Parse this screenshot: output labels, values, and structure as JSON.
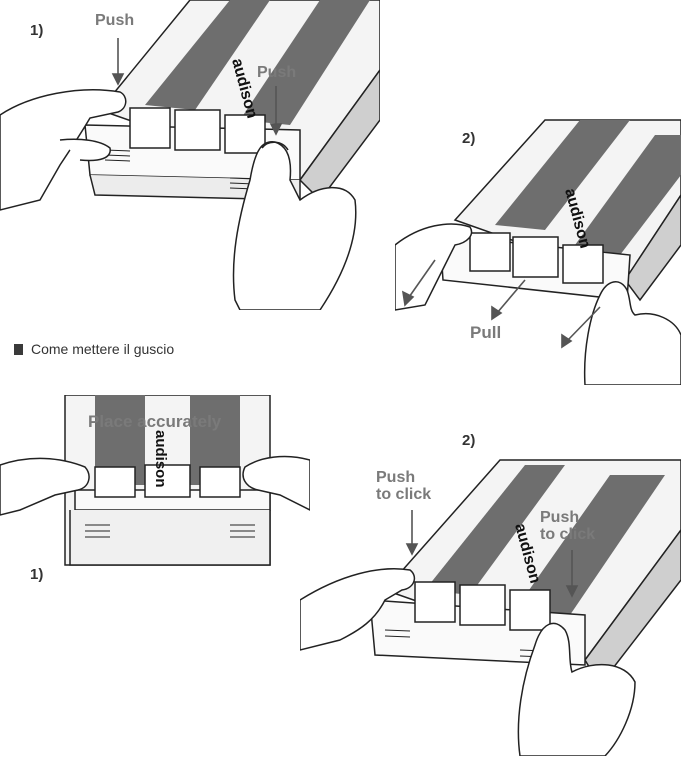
{
  "top_left": {
    "step": "1)",
    "push_left": "Push",
    "push_right": "Push",
    "brand": "audison"
  },
  "top_right": {
    "step": "2)",
    "pull": "Pull",
    "brand": "audison"
  },
  "section": {
    "title": "Come mettere il guscio"
  },
  "bottom_left": {
    "step": "1)",
    "place": "Place accurately",
    "brand": "audison"
  },
  "bottom_right": {
    "step": "2)",
    "push_left": "Push\nto click",
    "push_right": "Push\nto click",
    "brand": "audison"
  },
  "colors": {
    "stripe": "#6e6e6e",
    "outline": "#222222",
    "callout": "#7a7a7a"
  }
}
